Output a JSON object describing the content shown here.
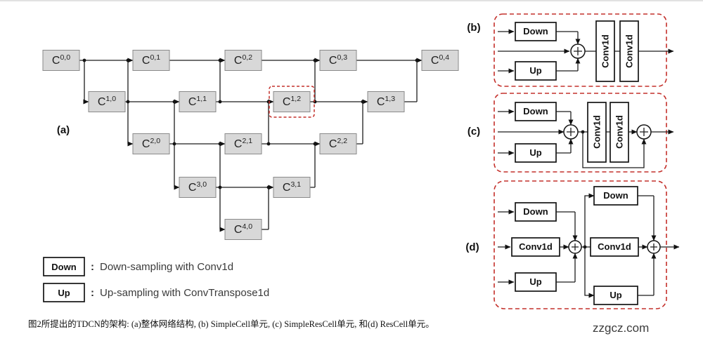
{
  "panels": {
    "a": "(a)",
    "b": "(b)",
    "c": "(c)",
    "d": "(d)"
  },
  "panel_a": {
    "node_base": "C",
    "nodes": [
      "0,0",
      "0,1",
      "0,2",
      "0,3",
      "0,4",
      "1,0",
      "1,1",
      "1,2",
      "1,3",
      "2,0",
      "2,1",
      "2,2",
      "3,0",
      "3,1",
      "4,0"
    ]
  },
  "cells": {
    "down": "Down",
    "up": "Up",
    "conv1d": "Conv1d"
  },
  "legend": {
    "items": [
      {
        "box": "Down",
        "sep": ":",
        "text": "Down-sampling with Conv1d"
      },
      {
        "box": "Up",
        "sep": ":",
        "text": "Up-sampling with ConvTranspose1d"
      }
    ]
  },
  "caption": "图2所提出的TDCN的架构: (a)整体网络结构, (b) SimpleCell单元, (c) SimpleResCell单元, 和(d) ResCell单元。",
  "watermark": "zzgcz.com",
  "colors": {
    "node_fill": "#d8d8d8",
    "accent_red": "#c4302b"
  }
}
